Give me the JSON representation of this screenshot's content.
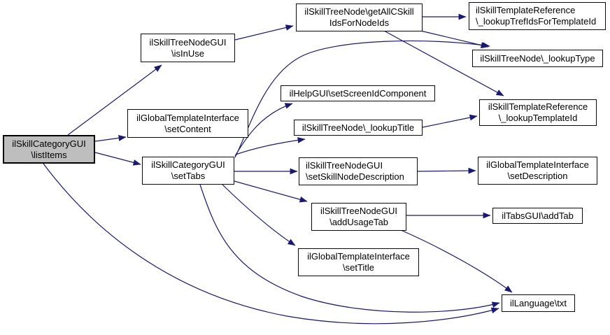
{
  "diagram": {
    "kind": "call-graph",
    "colors": {
      "background": "#ffffff",
      "edge": "#191970",
      "node_fill": "#ffffff",
      "node_border": "#000000",
      "highlighted_node_fill": "#bebebe"
    },
    "nodes": {
      "listItems": {
        "line1": "ilSkillCategoryGUI",
        "line2": "\\listItems",
        "highlighted": true
      },
      "isInUse": {
        "line1": "ilSkillTreeNodeGUI",
        "line2": "\\isInUse"
      },
      "setContent": {
        "line1": "ilGlobalTemplateInterface",
        "line2": "\\setContent"
      },
      "setTabs": {
        "line1": "ilSkillCategoryGUI",
        "line2": "\\setTabs"
      },
      "getAllCSkillIdsForNodeIds": {
        "line1": "ilSkillTreeNode\\getAllCSkill",
        "line2": "IdsForNodeIds"
      },
      "lookupTrefIdsForTemplateId": {
        "line1": "ilSkillTemplateReference",
        "line2": "\\_lookupTrefIdsForTemplateId"
      },
      "lookupType": {
        "line1": "ilSkillTreeNode\\_lookupType"
      },
      "setScreenIdComponent": {
        "line1": "ilHelpGUI\\setScreenIdComponent"
      },
      "lookupTitle": {
        "line1": "ilSkillTreeNode\\_lookupTitle"
      },
      "lookupTemplateId": {
        "line1": "ilSkillTemplateReference",
        "line2": "\\_lookupTemplateId"
      },
      "setSkillNodeDescription": {
        "line1": "ilSkillTreeNodeGUI",
        "line2": "\\setSkillNodeDescription"
      },
      "setDescription": {
        "line1": "ilGlobalTemplateInterface",
        "line2": "\\setDescription"
      },
      "addUsageTab": {
        "line1": "ilSkillTreeNodeGUI",
        "line2": "\\addUsageTab"
      },
      "addTab": {
        "line1": "ilTabsGUI\\addTab"
      },
      "setTitle": {
        "line1": "ilGlobalTemplateInterface",
        "line2": "\\setTitle"
      },
      "txt": {
        "line1": "ilLanguage\\txt"
      }
    },
    "edges": [
      {
        "from": "listItems",
        "to": "isInUse"
      },
      {
        "from": "listItems",
        "to": "setContent"
      },
      {
        "from": "listItems",
        "to": "setTabs"
      },
      {
        "from": "listItems",
        "to": "txt"
      },
      {
        "from": "isInUse",
        "to": "getAllCSkillIdsForNodeIds"
      },
      {
        "from": "getAllCSkillIdsForNodeIds",
        "to": "lookupTrefIdsForTemplateId"
      },
      {
        "from": "getAllCSkillIdsForNodeIds",
        "to": "lookupType"
      },
      {
        "from": "getAllCSkillIdsForNodeIds",
        "to": "lookupTemplateId"
      },
      {
        "from": "setTabs",
        "to": "lookupType"
      },
      {
        "from": "setTabs",
        "to": "setScreenIdComponent"
      },
      {
        "from": "setTabs",
        "to": "lookupTitle"
      },
      {
        "from": "setTabs",
        "to": "setSkillNodeDescription"
      },
      {
        "from": "setTabs",
        "to": "addUsageTab"
      },
      {
        "from": "setTabs",
        "to": "setTitle"
      },
      {
        "from": "setTabs",
        "to": "txt"
      },
      {
        "from": "lookupTitle",
        "to": "lookupTemplateId"
      },
      {
        "from": "setSkillNodeDescription",
        "to": "setDescription"
      },
      {
        "from": "addUsageTab",
        "to": "addTab"
      },
      {
        "from": "addUsageTab",
        "to": "txt"
      }
    ]
  }
}
